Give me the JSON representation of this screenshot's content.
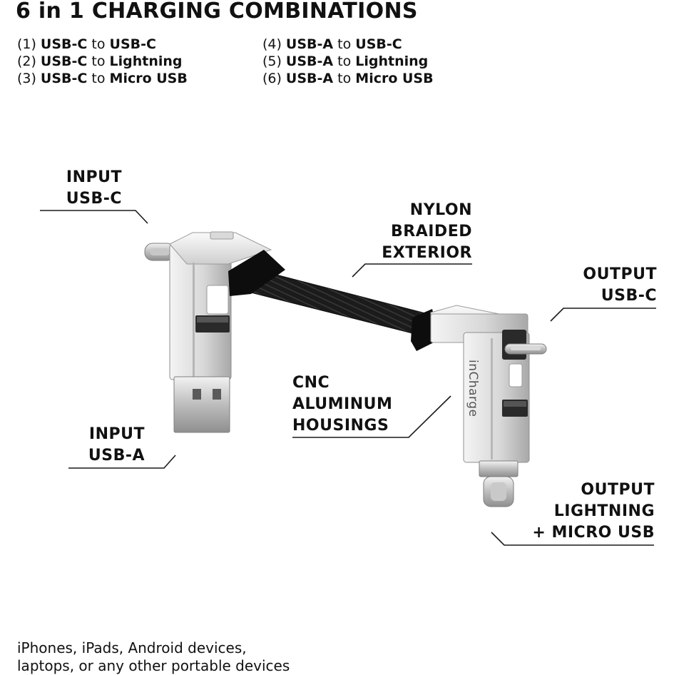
{
  "title": "6 in 1 CHARGING COMBINATIONS",
  "combinations": [
    {
      "num": "(1)",
      "from": "USB-C",
      "join": "to",
      "to": "USB-C"
    },
    {
      "num": "(2)",
      "from": "USB-C",
      "join": "to",
      "to": "Lightning"
    },
    {
      "num": "(3)",
      "from": "USB-C",
      "join": "to",
      "to": "Micro USB"
    },
    {
      "num": "(4)",
      "from": "USB-A",
      "join": "to",
      "to": "USB-C"
    },
    {
      "num": "(5)",
      "from": "USB-A",
      "join": "to",
      "to": "Lightning"
    },
    {
      "num": "(6)",
      "from": "USB-A",
      "join": "to",
      "to": "Micro USB"
    }
  ],
  "callouts": {
    "input_usbc": [
      "INPUT",
      "USB-C"
    ],
    "nylon": [
      "NYLON",
      "BRAIDED",
      "EXTERIOR"
    ],
    "output_usbc": [
      "OUTPUT",
      "USB-C"
    ],
    "cnc": [
      "CNC",
      "ALUMINUM",
      "HOUSINGS"
    ],
    "input_usba": [
      "INPUT",
      "USB-A"
    ],
    "output_lightning": [
      "OUTPUT",
      "LIGHTNING",
      "+ MICRO USB"
    ]
  },
  "product": {
    "brand_engraving": "inCharge",
    "colors": {
      "aluminum_light": "#e4e4e4",
      "aluminum_dark": "#a9a9a9",
      "cable": "#1b1b1b",
      "cable_end": "#0d0d0d"
    }
  },
  "footer": {
    "line1": "iPhones, iPads, Android devices,",
    "line2": "laptops, or any other portable devices"
  }
}
